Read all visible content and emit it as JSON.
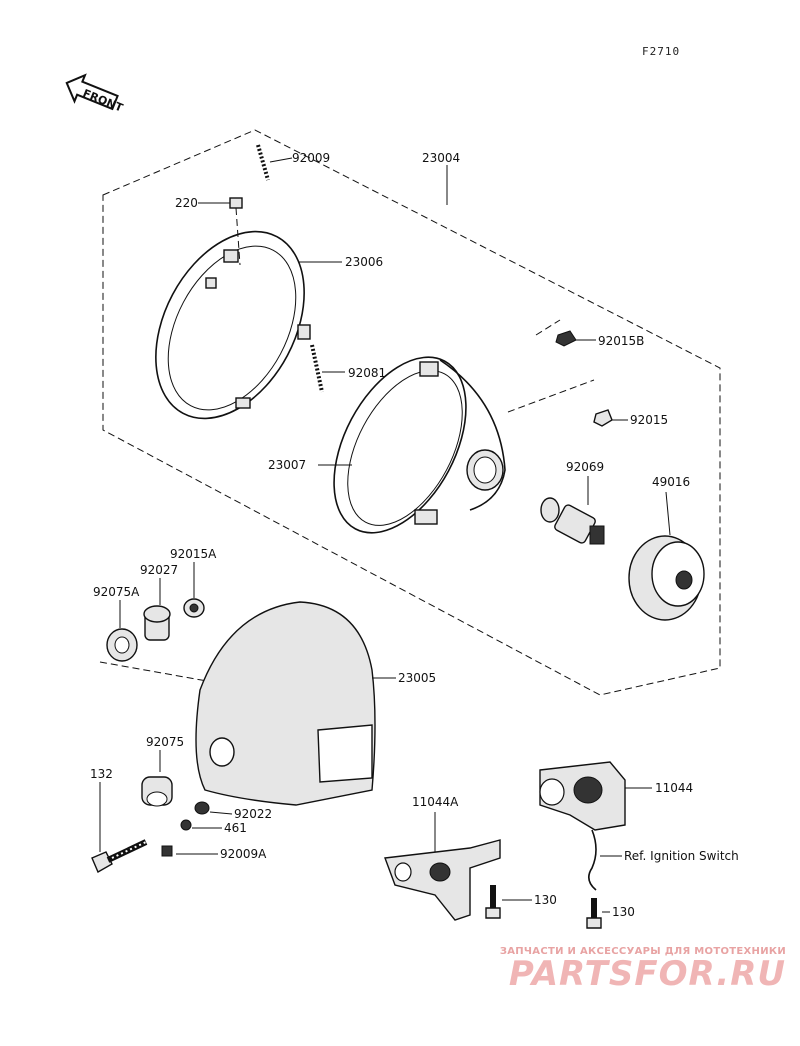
{
  "diagram_code": "F2710",
  "front_label": "FRONT",
  "ref_note": "Ref. Ignition Switch",
  "parts": {
    "p92009": "92009",
    "p23004": "23004",
    "p220": "220",
    "p23006": "23006",
    "p92015B": "92015B",
    "p92081": "92081",
    "p92015": "92015",
    "p23007": "23007",
    "p92069": "92069",
    "p49016": "49016",
    "p92015A": "92015A",
    "p92027": "92027",
    "p92075A": "92075A",
    "p23005": "23005",
    "p92075": "92075",
    "p132": "132",
    "p92022": "92022",
    "p461": "461",
    "p92009A": "92009A",
    "p11044A": "11044A",
    "p11044": "11044",
    "p130a": "130",
    "p130b": "130"
  },
  "watermark": {
    "tagline": "ЗАПЧАСТИ И АКСЕССУАРЫ ДЛЯ МОТОТЕХНИКИ",
    "brand": "PARTSFOR.RU"
  }
}
